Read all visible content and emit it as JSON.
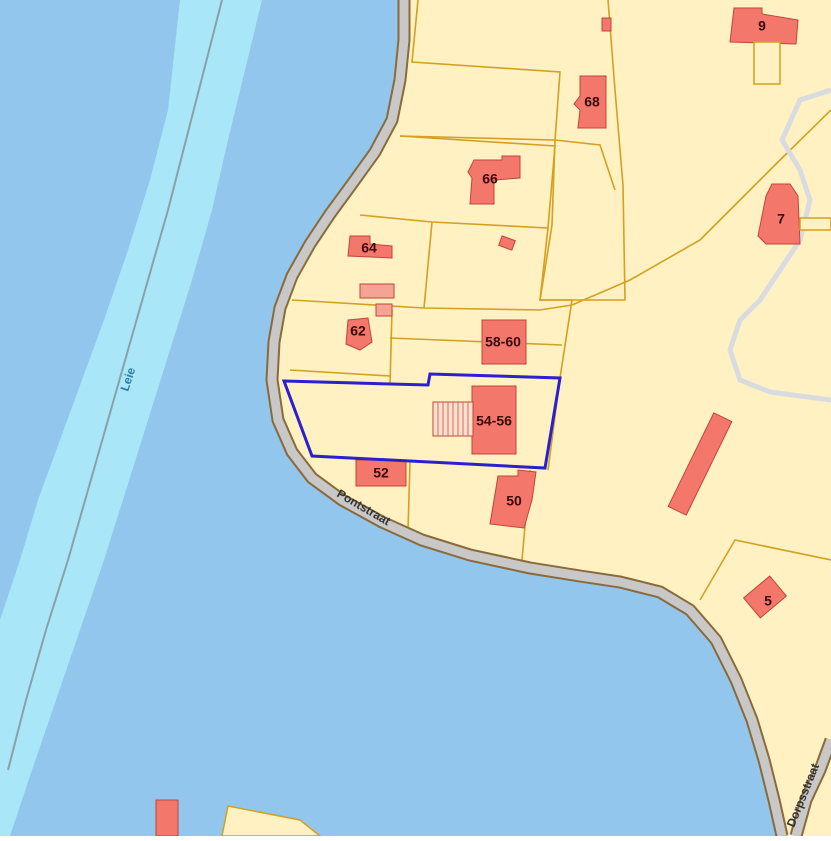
{
  "colors": {
    "river": "#93c6ec",
    "canal": "#a9e6f8",
    "land": "#fff1c2",
    "parcel_line": "#d4a021",
    "building": "#f3776b",
    "building_stroke": "#c2443a",
    "road": "#c8c8c8",
    "road_edge": "#8a6a3a",
    "highlight": "#2b1fd0"
  },
  "labels": {
    "waterway": "Leie",
    "street_main": "Pontstraat",
    "street_side": "Dorpsstraat"
  },
  "house_numbers": {
    "n9": "9",
    "n68": "68",
    "n66": "66",
    "n7": "7",
    "n64": "64",
    "n62": "62",
    "n58_60": "58-60",
    "n54_56": "54-56",
    "n52": "52",
    "n50": "50",
    "n5": "5"
  }
}
